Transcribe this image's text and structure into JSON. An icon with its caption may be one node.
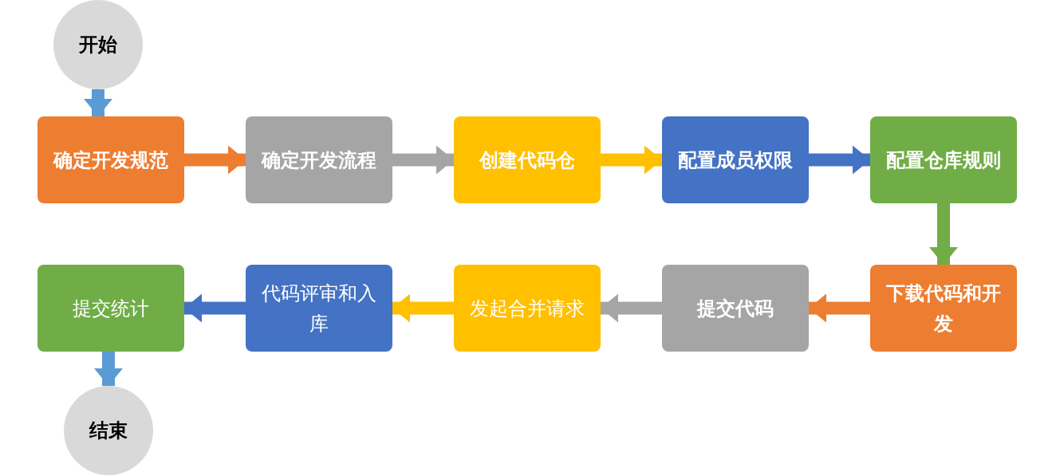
{
  "diagram": {
    "nodes": [
      {
        "text": [
          "开始"
        ]
      },
      {
        "text": [
          "确定开发规范"
        ]
      },
      {
        "text": [
          "确定开发流程"
        ]
      },
      {
        "text": [
          "创建代码仓"
        ]
      },
      {
        "text": [
          "配置成员权限"
        ]
      },
      {
        "text": [
          "配置仓库规则"
        ]
      },
      {
        "text": [
          "下载代码和开发"
        ]
      },
      {
        "text": [
          "提交代码"
        ]
      },
      {
        "text": [
          "发起合并请求"
        ]
      },
      {
        "text": [
          "代码评审和入库"
        ]
      },
      {
        "text": [
          "提交统计"
        ]
      },
      {
        "text": [
          "结束"
        ]
      }
    ],
    "edges": [
      {
        "from": 0,
        "to": 1,
        "arrow": "to",
        "color": "#5b9bd5"
      },
      {
        "from": 1,
        "to": 2,
        "arrow": "to",
        "color": "#ed7d31"
      },
      {
        "from": 2,
        "to": 3,
        "arrow": "to",
        "color": "#a5a5a5"
      },
      {
        "from": 3,
        "to": 4,
        "arrow": "to",
        "color": "#ffc000"
      },
      {
        "from": 4,
        "to": 5,
        "arrow": "to",
        "color": "#4472c4"
      },
      {
        "from": 5,
        "to": 6,
        "arrow": "to",
        "color": "#70ad47"
      },
      {
        "from": 6,
        "to": 7,
        "arrow": "to",
        "color": "#ed7d31"
      },
      {
        "from": 7,
        "to": 8,
        "arrow": "to",
        "color": "#a5a5a5"
      },
      {
        "from": 8,
        "to": 9,
        "arrow": "to",
        "color": "#ffc000"
      },
      {
        "from": 9,
        "to": 10,
        "arrow": "to",
        "color": "#4472c4"
      },
      {
        "from": 10,
        "to": 11,
        "arrow": "to",
        "color": "#5b9bd5"
      }
    ]
  }
}
